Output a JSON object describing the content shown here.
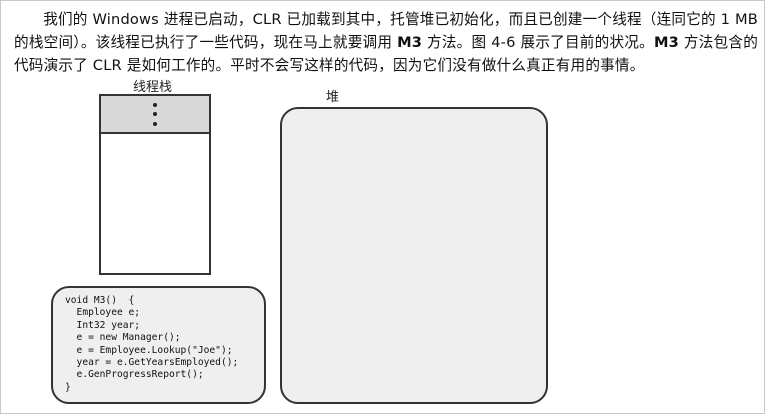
{
  "paragraph": {
    "seg1": "我们的 Windows 进程已启动，CLR 已加载到其中，托管堆已初始化，而且已创建一个线程（连同它的 1 MB 的栈空间）。该线程已执行了一些代码，现在马上就要调用 ",
    "bold1": "M3",
    "seg2": " 方法。图 4-6 展示了目前的状况。",
    "bold2": "M3",
    "seg3": " 方法包含的代码演示了 CLR 是如何工作的。平时不会写这样的代码，因为它们没有做什么真正有用的事情。"
  },
  "diagram": {
    "stack_label": "线程栈",
    "heap_label": "堆",
    "code_lines": [
      "void M3()  {",
      "  Employee e;",
      "  Int32 year;",
      "  e = new Manager();",
      "  e = Employee.Lookup(\"Joe\");",
      "  year = e.GetYearsEmployed();",
      "  e.GenProgressReport();",
      "}"
    ]
  }
}
